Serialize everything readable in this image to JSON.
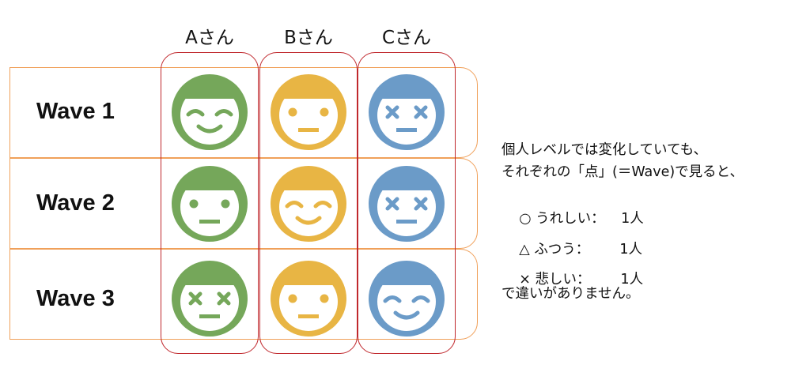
{
  "columns": [
    "Aさん",
    "Bさん",
    "Cさん"
  ],
  "rows": [
    "Wave 1",
    "Wave 2",
    "Wave 3"
  ],
  "faces": [
    [
      "happy",
      "neutral",
      "dead"
    ],
    [
      "neutral",
      "happy",
      "dead"
    ],
    [
      "dead",
      "neutral",
      "happy"
    ]
  ],
  "colors": {
    "A": "#75a75a",
    "B": "#e8b544",
    "C": "#6b9bc8",
    "row_border": "#f0a05a",
    "col_border": "#c0282d"
  },
  "note": {
    "line1": "個人レベルでは変化していても、",
    "line2": "それぞれの「点」(＝Wave)で見ると、",
    "items": [
      {
        "symbol": "○",
        "label": "うれしい：",
        "count": "1人"
      },
      {
        "symbol": "△",
        "label": "ふつう：",
        "count": "1人"
      },
      {
        "symbol": "×",
        "label": "悲しい：",
        "count": "1人"
      }
    ],
    "line_end": "で違いがありません。"
  }
}
